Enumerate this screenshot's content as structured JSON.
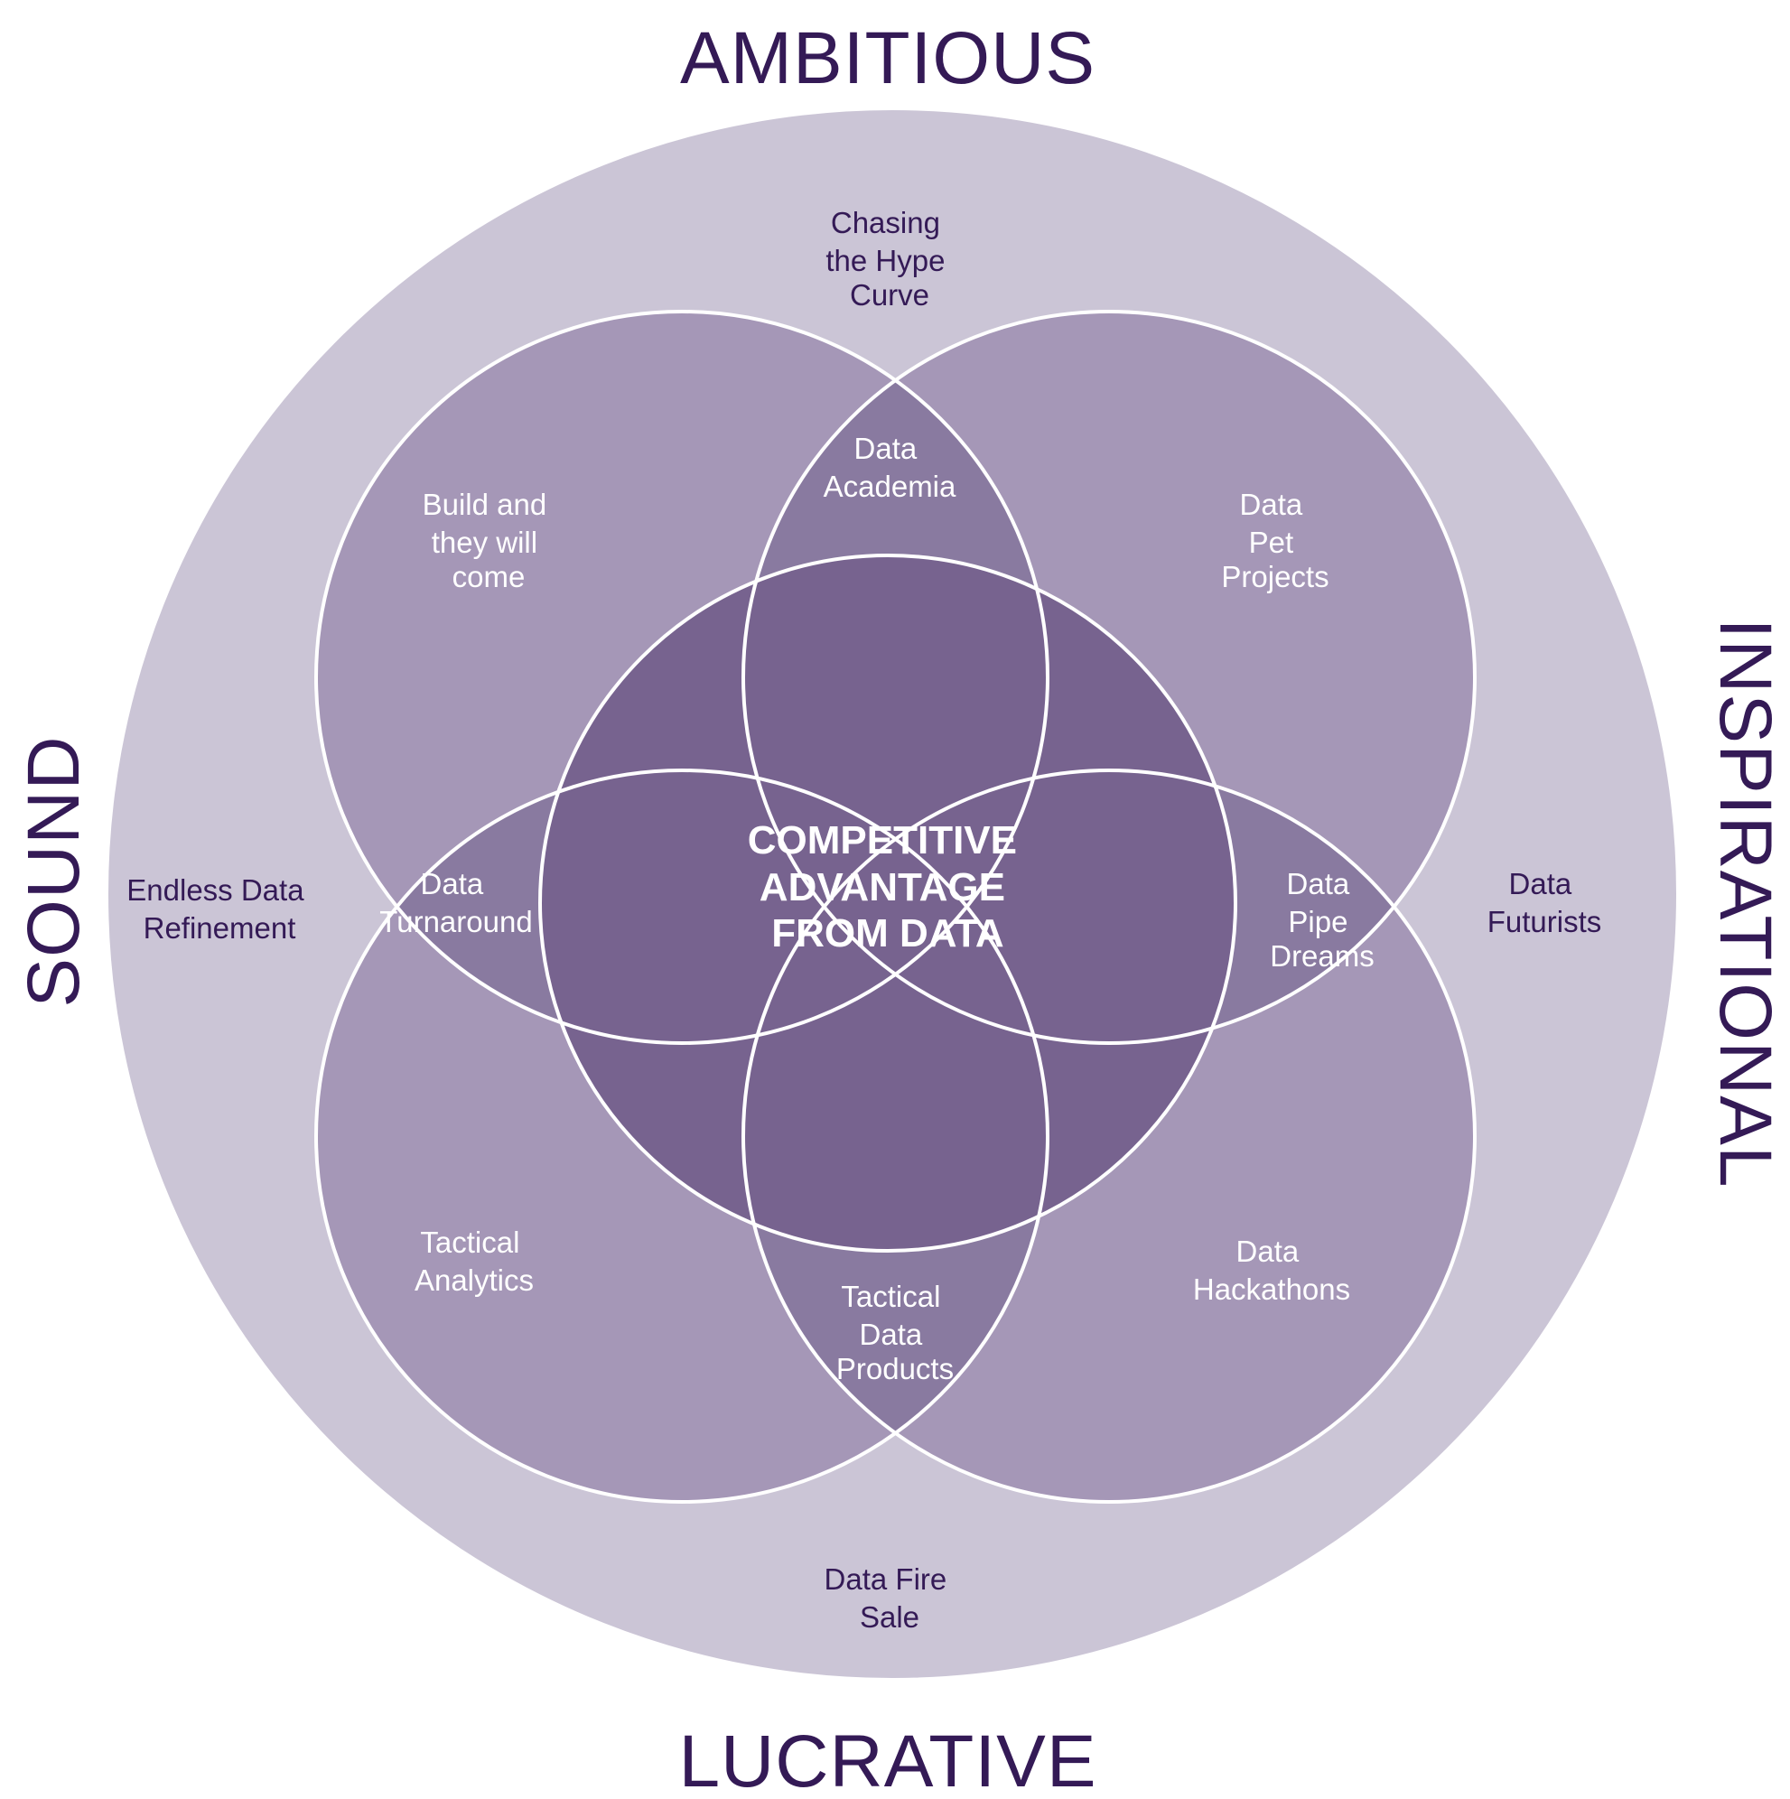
{
  "colors": {
    "outer_fill": "#cbc5d6",
    "middle_fill": "#a597b7",
    "overlap_fill": "#897aa0",
    "center_fill": "#77638f",
    "stroke": "#ffffff",
    "axis_text": "#341a56",
    "outer_text": "#341a56",
    "inner_text": "#ffffff"
  },
  "axes": {
    "top": "AMBITIOUS",
    "bottom": "LUCRATIVE",
    "left": "SOUND",
    "right": "INSPIRATIONAL"
  },
  "center": {
    "lines": [
      "COMPETITIVE",
      "ADVANTAGE",
      "FROM DATA"
    ]
  },
  "regions": {
    "chasing_hype_curve": [
      "Chasing",
      "the Hype",
      "Curve"
    ],
    "data_academia": [
      "Data",
      "Academia"
    ],
    "build_and_they_will_come": [
      "Build and",
      "they will",
      "come"
    ],
    "data_pet_projects": [
      "Data",
      "Pet",
      "Projects"
    ],
    "endless_data_refinement": [
      "Endless Data",
      "Refinement"
    ],
    "data_turnaround": [
      "Data",
      "Turnaround"
    ],
    "data_pipe_dreams": [
      "Data",
      "Pipe",
      "Dreams"
    ],
    "data_futurists": [
      "Data",
      "Futurists"
    ],
    "tactical_analytics": [
      "Tactical",
      "Analytics"
    ],
    "tactical_data_products": [
      "Tactical",
      "Data",
      "Products"
    ],
    "data_hackathons": [
      "Data",
      "Hackathons"
    ],
    "data_fire_sale": [
      "Data Fire",
      "Sale"
    ]
  }
}
